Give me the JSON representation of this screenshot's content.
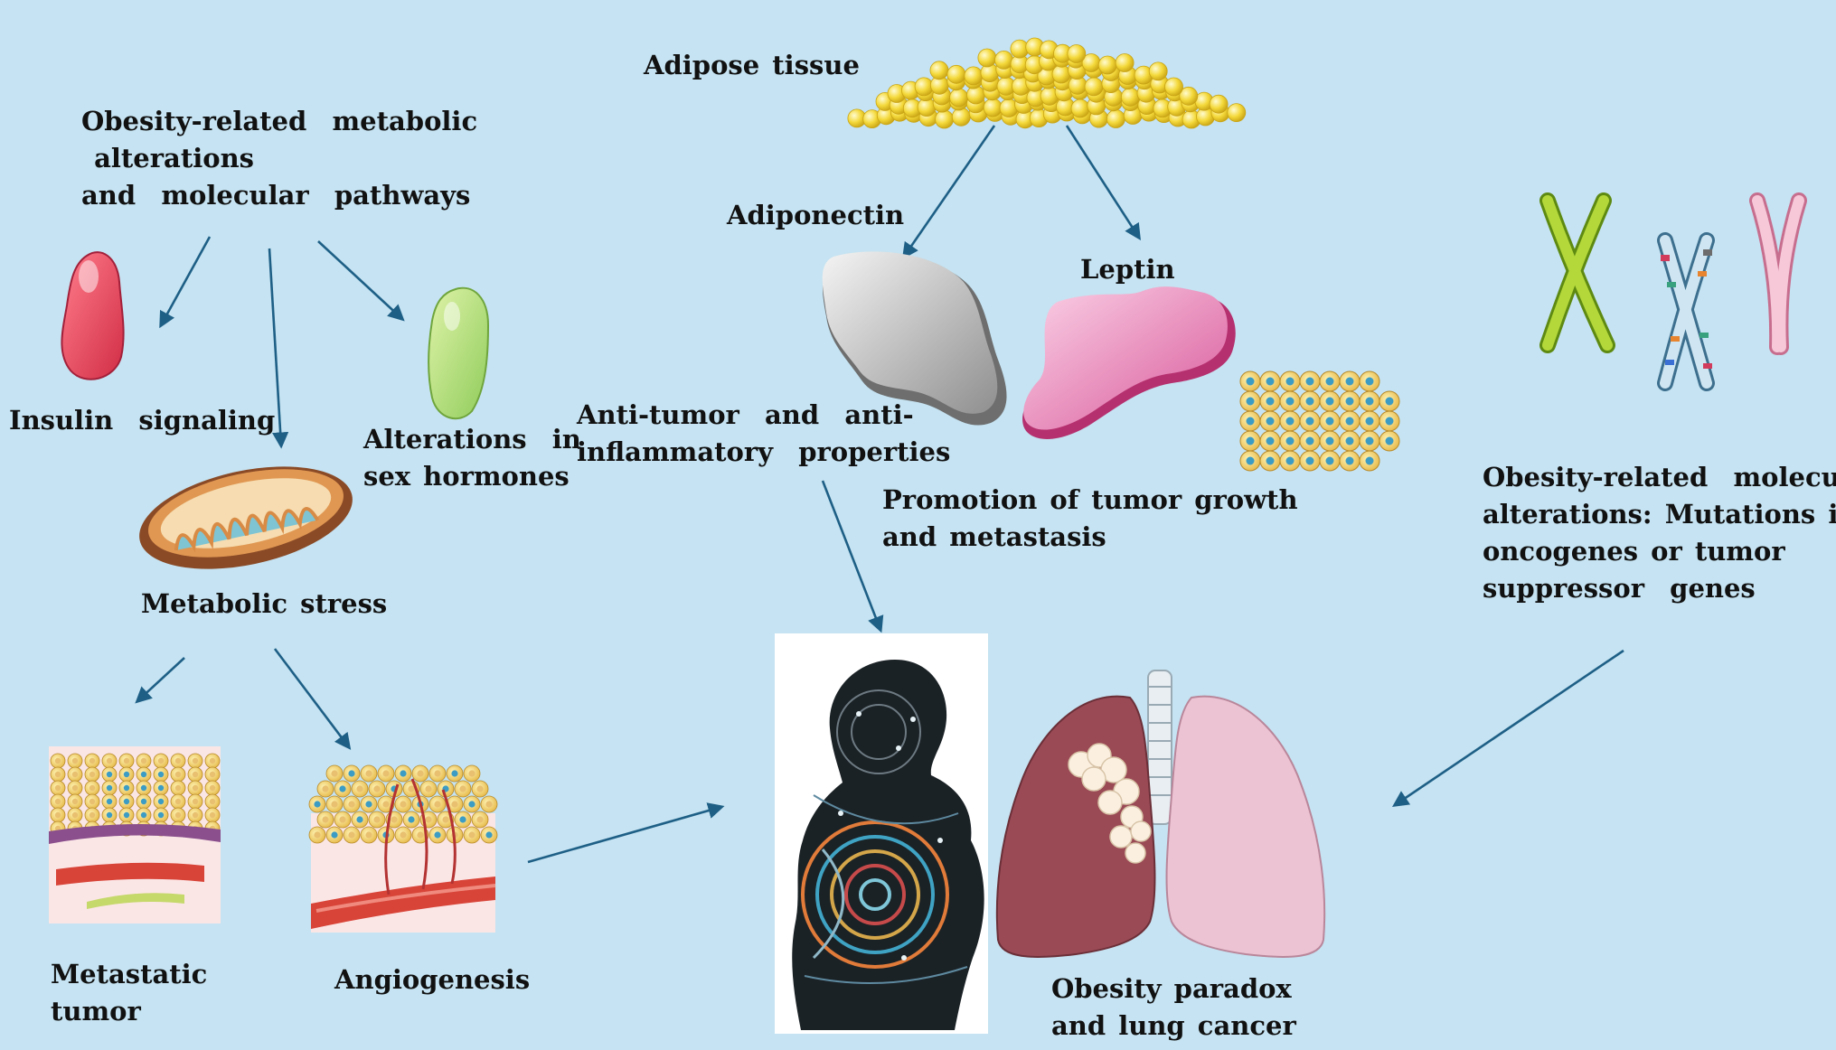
{
  "labels": {
    "adipose_tissue": "Adipose tissue",
    "obesity_metabolic": "Obesity-related  metabolic\n alterations\nand  molecular  pathways",
    "adiponectin": "Adiponectin",
    "leptin": "Leptin",
    "insulin_signaling": "Insulin  signaling",
    "sex_hormones": "Alterations  in\nsex hormones",
    "anti_tumor": "Anti-tumor  and  anti-\ninflammatory  properties",
    "tumor_growth": "Promotion of tumor growth\nand metastasis",
    "molecular_alterations": "Obesity-related  molecular\nalterations: Mutations in\noncogenes or tumor\nsuppressor  genes",
    "metabolic_stress": "Metabolic stress",
    "metastatic_tumor": "Metastatic\ntumor",
    "angiogenesis": "Angiogenesis",
    "obesity_paradox": "Obesity paradox\nand lung cancer"
  },
  "colors": {
    "background": "#c5e3f2",
    "arrow": "#1e5f86",
    "adipose": "#f2d53c",
    "insulin_cell": "#e04a5e",
    "hormone_cell": "#a8d86e",
    "adiponectin_cell": "#9c9c9c",
    "leptin_cell": "#e06aa6",
    "lung_left": "#9a4a55",
    "lung_right": "#ecc3d2"
  },
  "icons": [
    "adipose-tissue-icon",
    "insulin-cell-icon",
    "sex-hormone-cell-icon",
    "mitochondrion-icon",
    "adiponectin-cell-icon",
    "leptin-cell-icon",
    "tumor-cell-cluster-icon",
    "chromosome-icon",
    "metastatic-tumor-icon",
    "angiogenesis-icon",
    "obese-body-icon",
    "lungs-icon"
  ]
}
